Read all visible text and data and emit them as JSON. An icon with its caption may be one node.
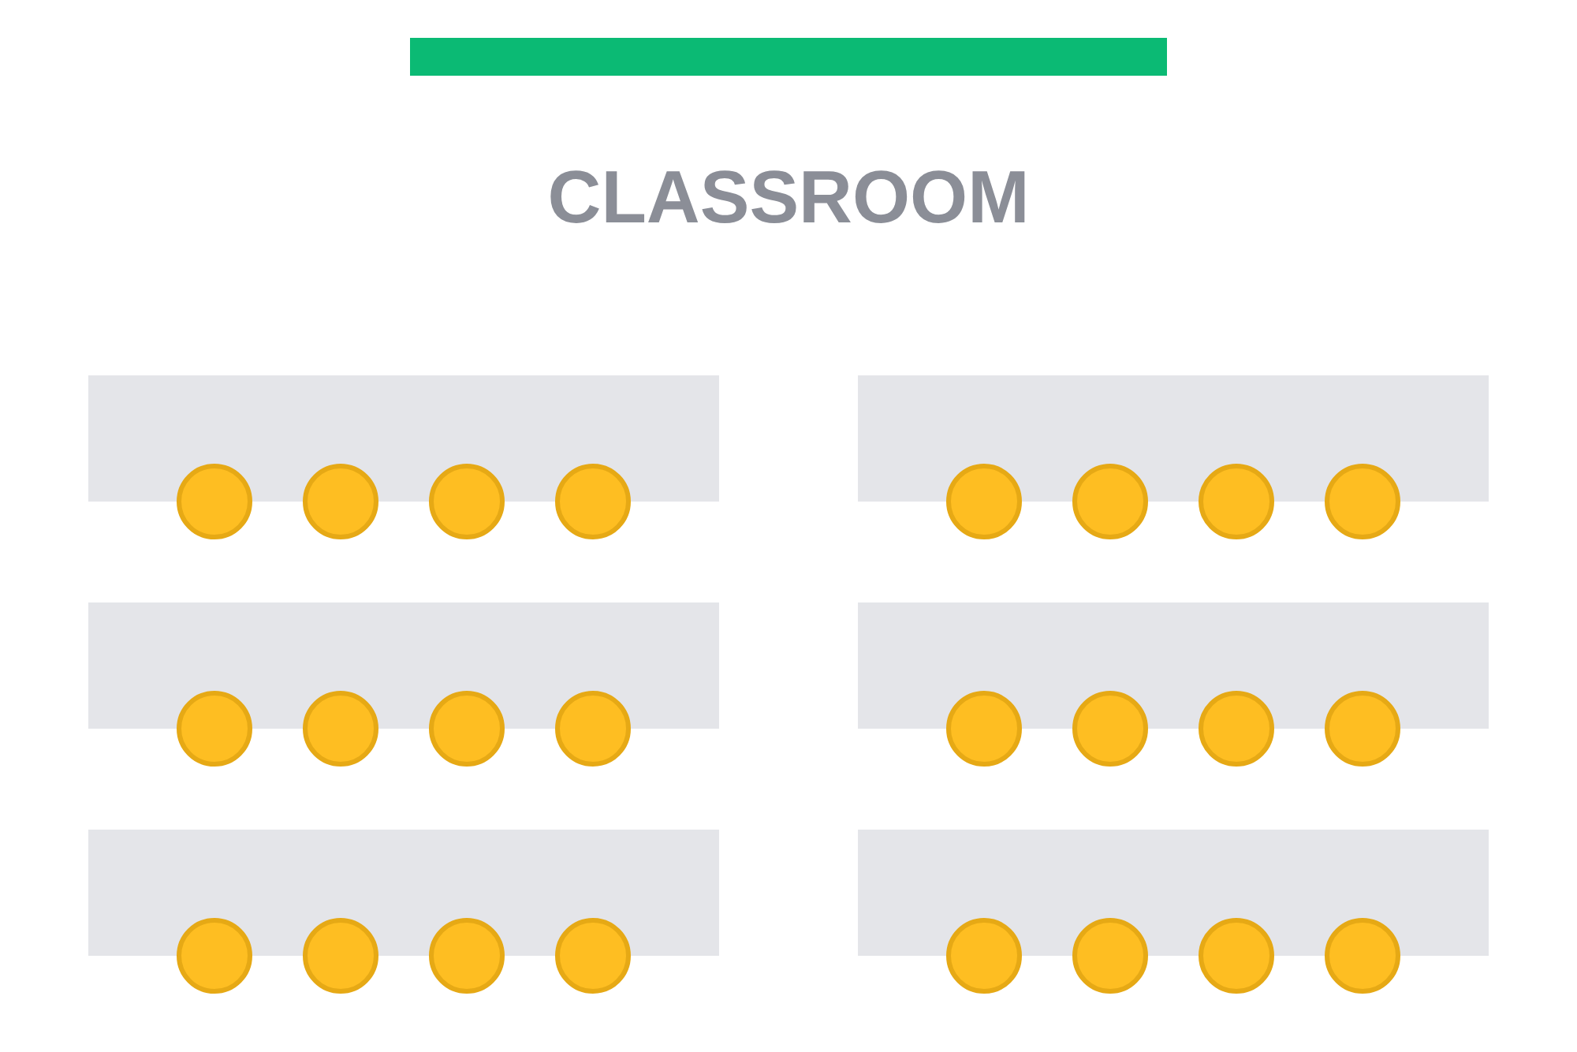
{
  "diagram": {
    "title": "CLASSROOM",
    "nodes": [
      {
        "text": [],
        "shape": "bar"
      },
      {
        "text": [],
        "shape": "box"
      },
      {
        "text": [],
        "shape": "circle"
      },
      {
        "text": [],
        "shape": "circle"
      },
      {
        "text": [],
        "shape": "circle"
      },
      {
        "text": [],
        "shape": "circle"
      },
      {
        "text": [],
        "shape": "box"
      },
      {
        "text": [],
        "shape": "circle"
      },
      {
        "text": [],
        "shape": "circle"
      },
      {
        "text": [],
        "shape": "circle"
      },
      {
        "text": [],
        "shape": "circle"
      },
      {
        "text": [],
        "shape": "box"
      },
      {
        "text": [],
        "shape": "circle"
      },
      {
        "text": [],
        "shape": "circle"
      },
      {
        "text": [],
        "shape": "circle"
      },
      {
        "text": [],
        "shape": "circle"
      },
      {
        "text": [],
        "shape": "box"
      },
      {
        "text": [],
        "shape": "circle"
      },
      {
        "text": [],
        "shape": "circle"
      },
      {
        "text": [],
        "shape": "circle"
      },
      {
        "text": [],
        "shape": "circle"
      },
      {
        "text": [],
        "shape": "box"
      },
      {
        "text": [],
        "shape": "circle"
      },
      {
        "text": [],
        "shape": "circle"
      },
      {
        "text": [],
        "shape": "circle"
      },
      {
        "text": [],
        "shape": "circle"
      },
      {
        "text": [],
        "shape": "box"
      },
      {
        "text": [],
        "shape": "circle"
      },
      {
        "text": [],
        "shape": "circle"
      },
      {
        "text": [],
        "shape": "circle"
      },
      {
        "text": [],
        "shape": "circle"
      }
    ]
  }
}
